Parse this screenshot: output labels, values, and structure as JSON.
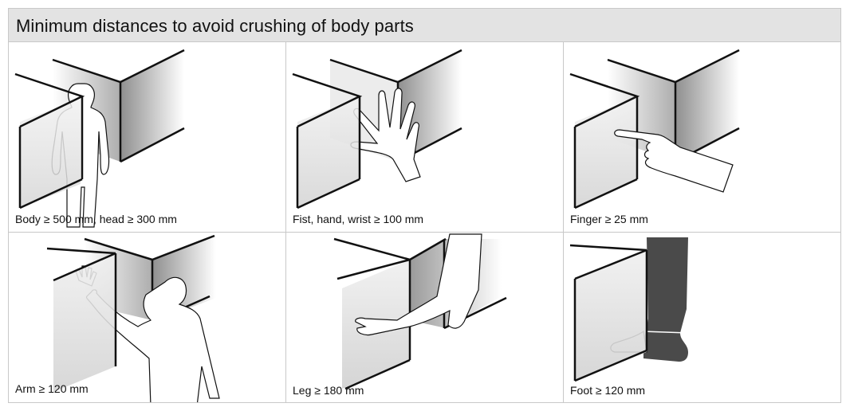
{
  "title": "Minimum distances to avoid crushing of body parts",
  "panels": [
    {
      "caption": "Body ≥ 500 mm, head ≥ 300 mm",
      "icon": "body-silhouette"
    },
    {
      "caption": "Fist, hand, wrist ≥ 100 mm",
      "icon": "hand-outline"
    },
    {
      "caption": "Finger ≥ 25 mm",
      "icon": "pointing-finger"
    },
    {
      "caption": "Arm ≥ 120 mm",
      "icon": "raised-arm"
    },
    {
      "caption": "Leg ≥ 180 mm",
      "icon": "leg-outline"
    },
    {
      "caption": "Foot ≥ 120 mm",
      "icon": "foot-outline"
    }
  ],
  "colors": {
    "header_bg": "#e3e3e3",
    "border": "#c8c8c8",
    "line": "#111111",
    "shade": "#888888",
    "boot": "#4a4a4a"
  }
}
